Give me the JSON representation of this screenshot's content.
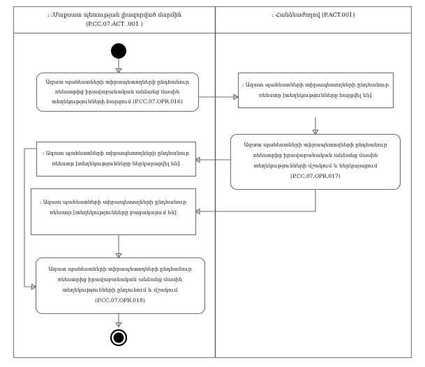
{
  "diagram": {
    "type": "uml-activity-diagram",
    "lanes": [
      {
        "id": "lane-left",
        "title_line1": ": :Մաքսատ պետության լիազորված մարմին",
        "title_line2": "(P.CC.07.ACT .001 )"
      },
      {
        "id": "lane-right",
        "title_line1": ": Հանձնաժողով (P.ACT.001)",
        "title_line2": ""
      }
    ],
    "nodes": {
      "start": {
        "kind": "initial-node",
        "label": "start-node"
      },
      "end": {
        "kind": "final-node",
        "label": "end-node"
      },
      "action_016": {
        "kind": "action",
        "lines": [
          "Ազատ պահեստների տիրապետողների ընդհանուր",
          "ռեեստրից իրավաբանական անձանց մասին",
          "տեղեկությունների հարցում (P.CC.07.OPR.016)"
        ]
      },
      "object_requested": {
        "kind": "object-node",
        "lines": [
          ": Ազատ պահեստների տիրապետողների ընդհանուր",
          "ռեեստր [տեղեկությունները հայցվել են]"
        ]
      },
      "action_017": {
        "kind": "action",
        "lines": [
          "Ազատ պահեստների տիրապետողների ընդհանուր",
          "ռեեստրից իրավաբանական անձանց մասին",
          "տեղեկությունների մշակում և ներկայացում",
          "(P.CC.07.OPR.017)"
        ]
      },
      "object_presented": {
        "kind": "object-node",
        "lines": [
          ": Ազատ պահեստների տիրապետողների ընդհանուր",
          "ռեեստր [տեղեկությունները ներկայացվել են]"
        ]
      },
      "object_absent": {
        "kind": "object-node",
        "lines": [
          ": Ազատ պահեստների տիրապետողների ընդհանուր",
          "ռեեստր [տեղեկությունները բացակայում են]"
        ]
      },
      "action_018": {
        "kind": "action",
        "lines": [
          "Ազատ պահեստների տիրապետողների ընդհանուր",
          "ռեեստրից իրավաբանական անձանց մասին",
          "տեղեկությունների ընդունում և մշակում",
          "(P.CC.07.OPR.018)"
        ]
      }
    },
    "colors": {
      "frame": "#808080",
      "divider": "#5a5a5a",
      "node_stroke": "#6e6e6e",
      "flow": "#6b6b6b",
      "node_fill": "#ffffff",
      "text": "#111111",
      "background": "#ffffff"
    }
  }
}
